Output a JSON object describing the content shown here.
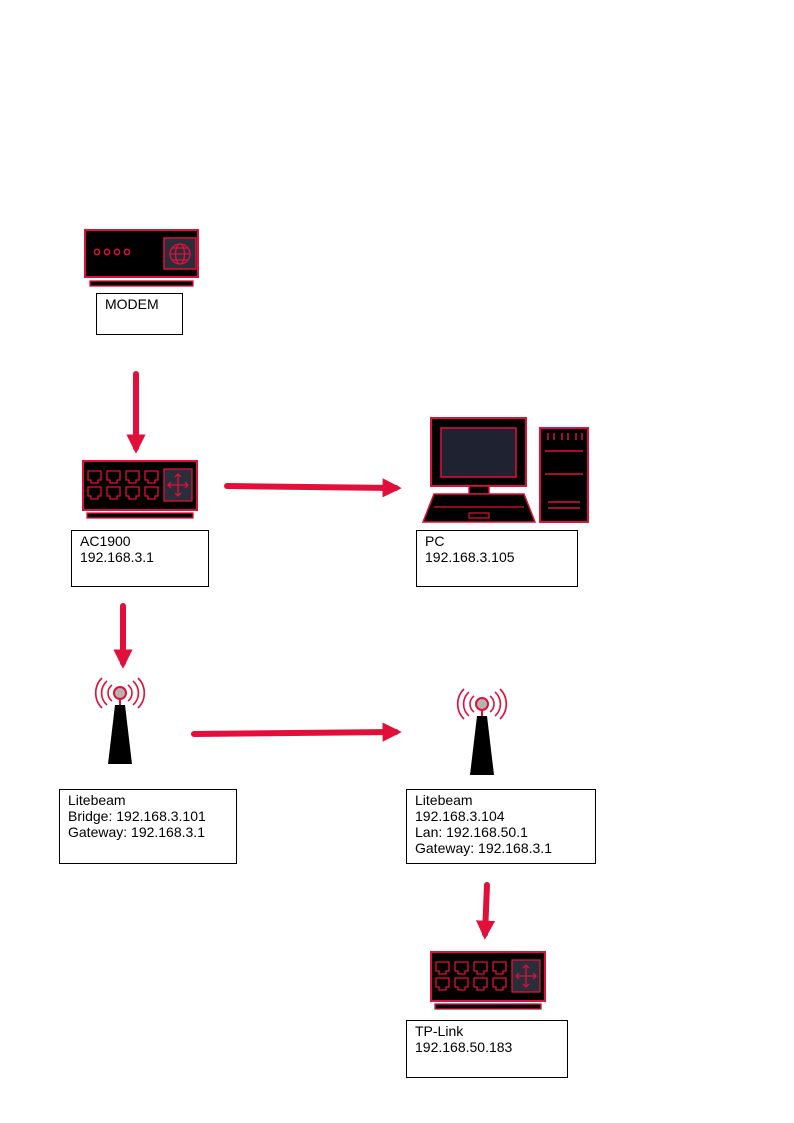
{
  "colors": {
    "accent": "#e0103a",
    "device_fill": "#000000",
    "screen_fill": "#1f2230",
    "tower_bulb": "#b3b3b3",
    "line": "#000000",
    "background": "#ffffff"
  },
  "nodes": {
    "modem": {
      "icon": "modem-icon",
      "lines": [
        "MODEM"
      ]
    },
    "ac1900": {
      "icon": "router-switch-icon",
      "lines": [
        "AC1900",
        "192.168.3.1"
      ]
    },
    "pc": {
      "icon": "desktop-pc-icon",
      "lines": [
        "PC",
        "192.168.3.105"
      ]
    },
    "litebeam_bridge": {
      "icon": "radio-tower-icon",
      "lines": [
        "Litebeam",
        "Bridge: 192.168.3.101",
        "Gateway: 192.168.3.1"
      ]
    },
    "litebeam_lan": {
      "icon": "radio-tower-icon",
      "lines": [
        "Litebeam",
        "192.168.3.104",
        "Lan: 192.168.50.1",
        "Gateway: 192.168.3.1"
      ]
    },
    "tplink": {
      "icon": "router-switch-icon",
      "lines": [
        "TP-Link",
        "192.168.50.183"
      ]
    }
  },
  "connections": [
    {
      "from": "modem",
      "to": "ac1900"
    },
    {
      "from": "ac1900",
      "to": "pc"
    },
    {
      "from": "ac1900",
      "to": "litebeam_bridge"
    },
    {
      "from": "litebeam_bridge",
      "to": "litebeam_lan"
    },
    {
      "from": "litebeam_lan",
      "to": "tplink"
    }
  ]
}
